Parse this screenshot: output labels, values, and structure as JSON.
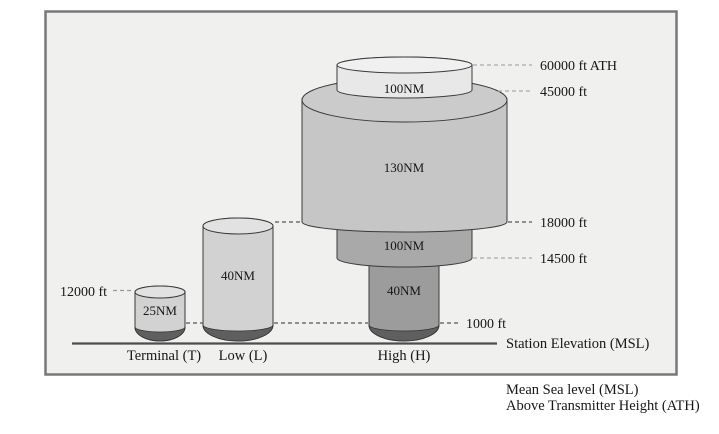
{
  "figure": {
    "kind": "vor-standard-service-volumes-diagram",
    "volumes": {
      "terminal": {
        "name": "Terminal (T)",
        "range": "25NM",
        "ceiling": "12000 ft"
      },
      "low": {
        "name": "Low (L)",
        "range": "40NM"
      },
      "high": {
        "name": "High (H)",
        "tiers": {
          "top": {
            "range": "100NM"
          },
          "main": {
            "range": "130NM"
          },
          "mid": {
            "range": "100NM"
          },
          "base": {
            "range": "40NM"
          }
        }
      }
    },
    "altitude_labels": {
      "ath60000": "60000 ft ATH",
      "ft45000": "45000 ft",
      "ft18000": "18000 ft",
      "ft14500": "14500 ft",
      "ft12000": "12000 ft",
      "ft1000": "1000 ft"
    },
    "baseline": {
      "label": "Station Elevation (MSL)"
    },
    "footnotes": {
      "msl": "Mean Sea level (MSL)",
      "ath": "Above Transmitter Height (ATH)"
    },
    "colors": {
      "panel_bg": "#f0f0ee",
      "panel_border": "#787878",
      "cyl_light_body": "#d2d2d2",
      "cyl_light_rim": "#e2e2e2",
      "high_top_body": "#e8e8e8",
      "high_top_rim": "#f0f0f0",
      "high_main_body": "#c6c6c6",
      "high_main_rim": "#cbcbcb",
      "high_mid_body": "#a9a9a9",
      "high_base_body": "#9c9c9c",
      "bowl_dark": "#5f5f5f",
      "outline": "#3a3a3a",
      "dash_dark": "#555555",
      "dash_light": "#aaaaaa",
      "dash_mid": "#999999",
      "baseline_stroke": "#4d4d4d"
    }
  }
}
